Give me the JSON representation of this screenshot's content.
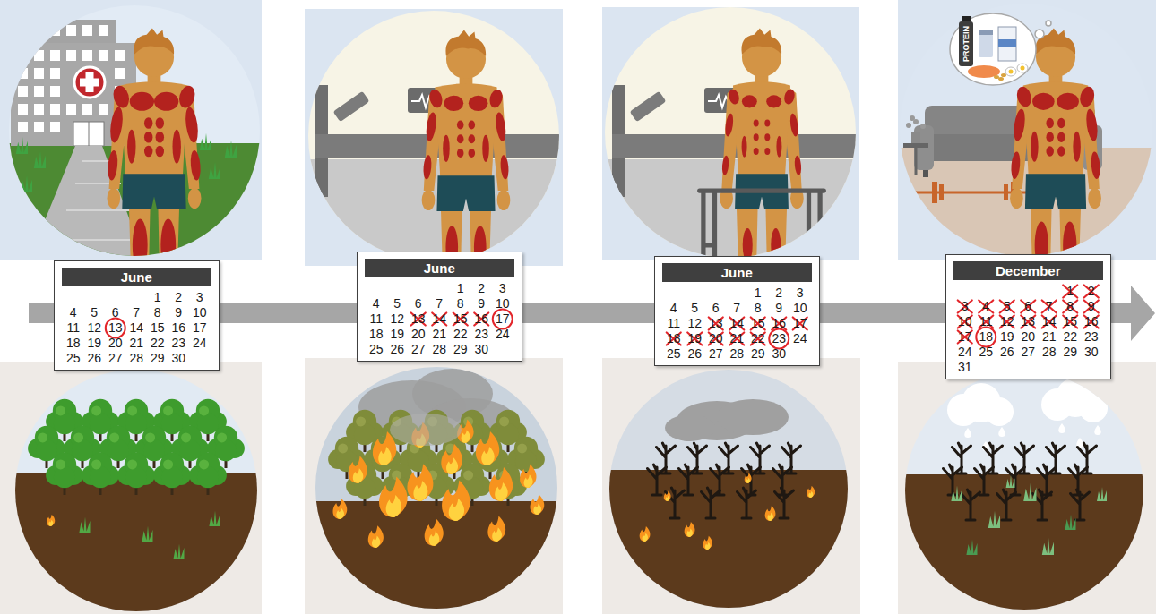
{
  "diagram": {
    "nodes": [
      {
        "text": [
          "June",
          "1",
          "2",
          "3",
          "4",
          "5",
          "6",
          "7",
          "8",
          "9",
          "10",
          "11",
          "12",
          "13",
          "14",
          "15",
          "16",
          "17",
          "18",
          "19",
          "20",
          "21",
          "22",
          "23",
          "24",
          "25",
          "26",
          "27",
          "28",
          "29",
          "30"
        ]
      },
      {
        "text": [
          "June",
          "1",
          "2",
          "3",
          "4",
          "5",
          "6",
          "7",
          "8",
          "9",
          "10",
          "11",
          "12",
          "13",
          "14",
          "15",
          "16",
          "17",
          "18",
          "19",
          "20",
          "21",
          "22",
          "23",
          "24",
          "25",
          "26",
          "27",
          "28",
          "29",
          "30"
        ]
      },
      {
        "text": [
          "June",
          "1",
          "2",
          "3",
          "4",
          "5",
          "6",
          "7",
          "8",
          "9",
          "10",
          "11",
          "12",
          "13",
          "14",
          "15",
          "16",
          "17",
          "18",
          "19",
          "20",
          "21",
          "22",
          "23",
          "24",
          "25",
          "26",
          "27",
          "28",
          "29",
          "30"
        ]
      },
      {
        "text": [
          "December",
          "1",
          "2",
          "3",
          "4",
          "5",
          "6",
          "7",
          "8",
          "9",
          "10",
          "11",
          "12",
          "13",
          "14",
          "15",
          "16",
          "17",
          "18",
          "19",
          "20",
          "21",
          "22",
          "23",
          "24",
          "25",
          "26",
          "27",
          "28",
          "29",
          "30",
          "31"
        ]
      }
    ],
    "labels": [
      "PROTEIN"
    ]
  }
}
